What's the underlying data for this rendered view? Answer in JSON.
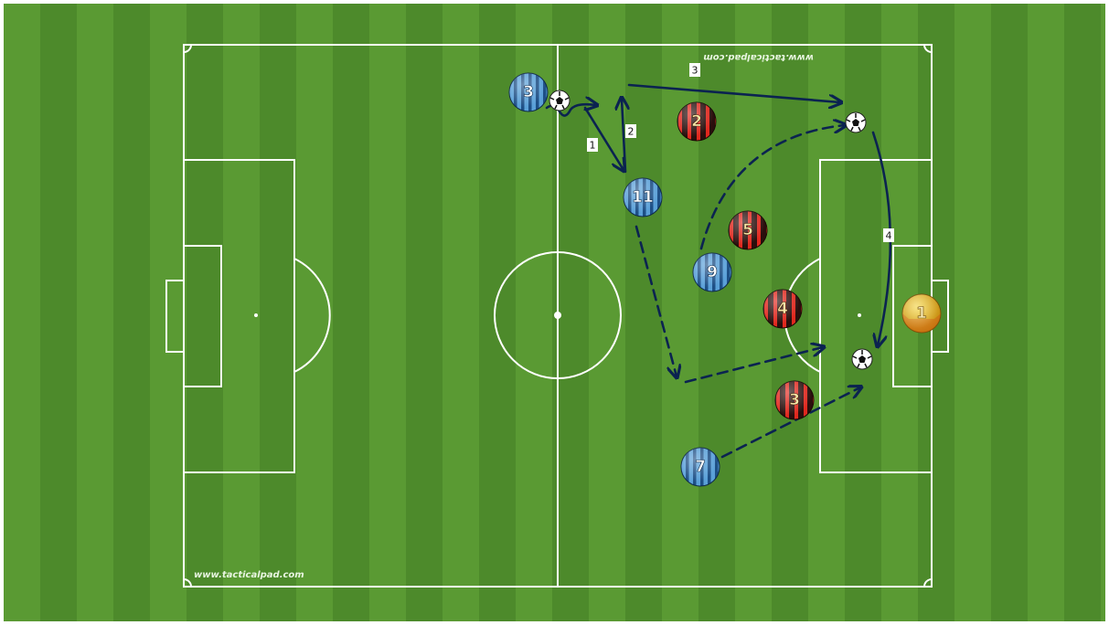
{
  "watermark_top": "www.tacticalpad.com",
  "watermark_bottom": "www.tacticalpad.com",
  "colors": {
    "grass_light": "#5a9a33",
    "grass_dark": "#4d8a2b",
    "lines": "#ffffff",
    "arrow": "#0b2350",
    "attacker_stripe_a": "#5aa0d8",
    "attacker_stripe_b": "#1d4f86",
    "defender_stripe_a": "#e0281e",
    "defender_stripe_b": "#2a0f0d",
    "keeper": "#e0b418"
  },
  "attackers": [
    {
      "id": "att-3",
      "number": "3"
    },
    {
      "id": "att-11",
      "number": "11"
    },
    {
      "id": "att-9",
      "number": "9"
    },
    {
      "id": "att-7",
      "number": "7"
    }
  ],
  "defenders": [
    {
      "id": "def-2",
      "number": "2"
    },
    {
      "id": "def-5",
      "number": "5"
    },
    {
      "id": "def-4",
      "number": "4"
    },
    {
      "id": "def-3",
      "number": "3"
    }
  ],
  "goalkeeper": {
    "id": "gk-1",
    "number": "1"
  },
  "step_labels": [
    {
      "id": "step-1",
      "text": "1"
    },
    {
      "id": "step-2",
      "text": "2"
    },
    {
      "id": "step-3",
      "text": "3"
    },
    {
      "id": "step-4",
      "text": "4"
    }
  ]
}
